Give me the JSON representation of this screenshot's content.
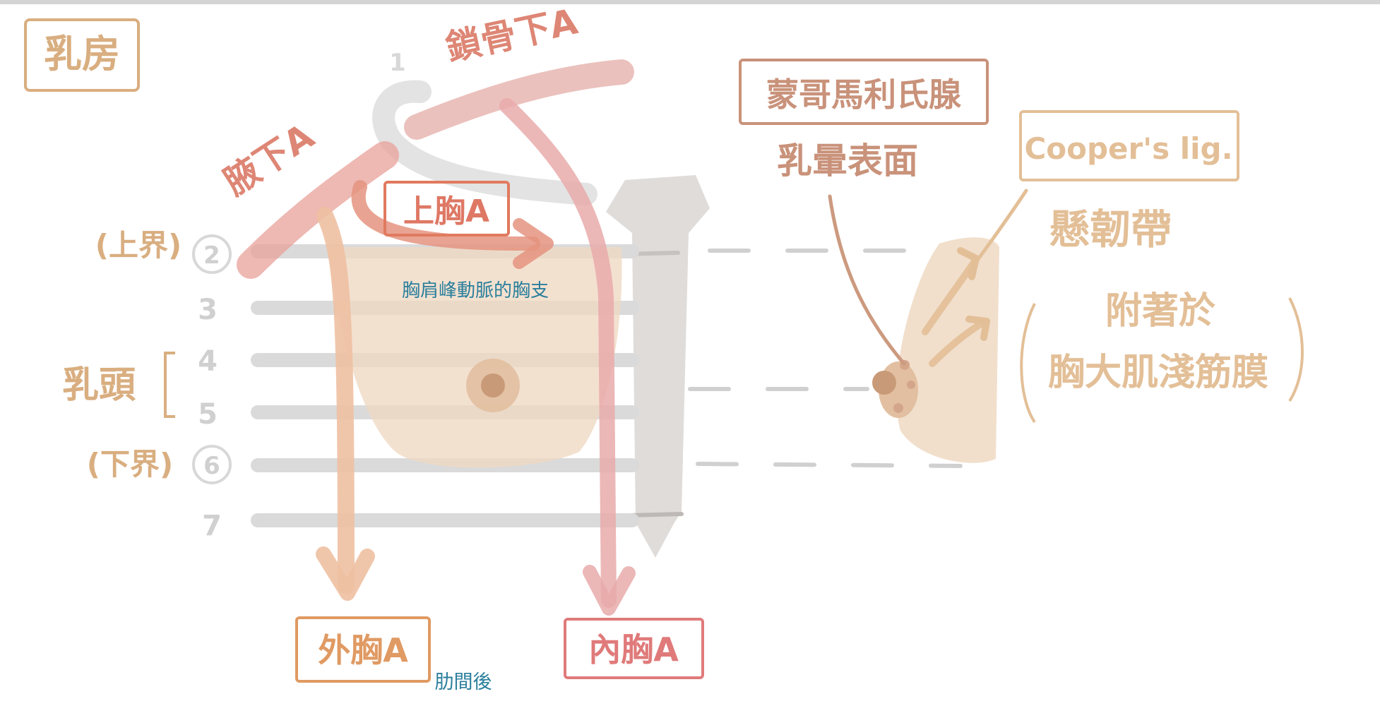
{
  "title": "乳房",
  "arteries": {
    "subclavian": "鎖骨下A",
    "axillary": "腋下A",
    "superior_thoracic": "上胸A",
    "thoracoacromial_note": "胸肩峰動脈的胸支",
    "lateral_thoracic": "外胸A",
    "internal_thoracic": "內胸A",
    "intercostal_note": "肋間後"
  },
  "boundaries": {
    "upper": "(上界)",
    "nipple": "乳頭",
    "lower": "(下界)"
  },
  "rib_numbers": [
    "1",
    "2",
    "3",
    "4",
    "5",
    "6",
    "7"
  ],
  "side_view": {
    "montgomery": "蒙哥馬利氏腺",
    "areola_surface": "乳暈表面",
    "cooper": "Cooper's lig.",
    "suspensory": "懸韌帶",
    "attach_line1": "附著於",
    "attach_line2": "胸大肌淺筋膜"
  },
  "colors": {
    "artery_red": "#de8675",
    "tan": "#d9ae80",
    "orange_label": "#e09a63",
    "note_blue": "#2b7f9c",
    "rib_gray": "#d6d6d6",
    "breast_fill": "#efd9c3"
  }
}
